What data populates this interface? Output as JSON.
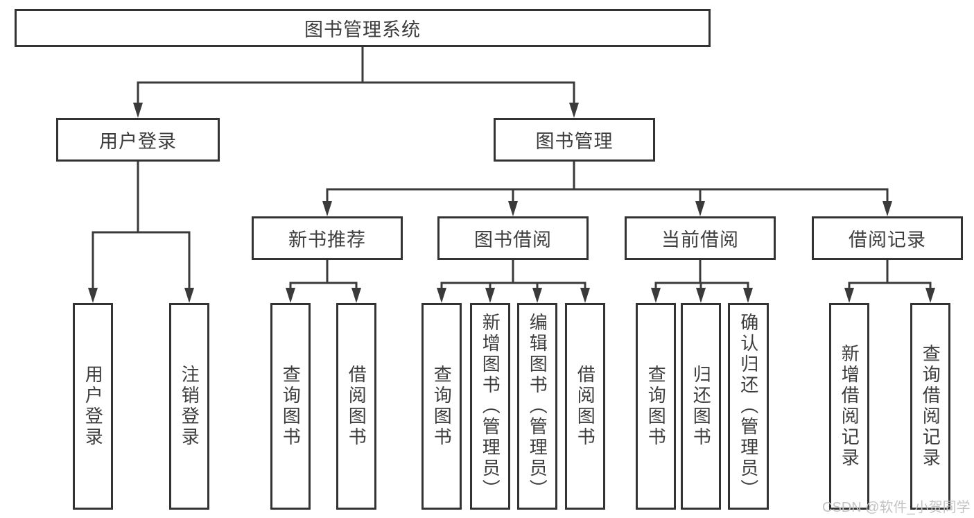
{
  "diagram": {
    "root": {
      "label": "图书管理系统"
    },
    "level2": [
      {
        "label": "用户登录"
      },
      {
        "label": "图书管理"
      }
    ],
    "level3": [
      {
        "label": "新书推荐"
      },
      {
        "label": "图书借阅"
      },
      {
        "label": "当前借阅"
      },
      {
        "label": "借阅记录"
      }
    ],
    "leaves": {
      "user_login": [
        {
          "label": "用户登录"
        },
        {
          "label": "注销登录"
        }
      ],
      "new_book_recommendation": [
        {
          "label": "查询图书"
        },
        {
          "label": "借阅图书"
        }
      ],
      "book_borrowing": [
        {
          "label": "查询图书"
        },
        {
          "label": "新增图书（管理员）"
        },
        {
          "label": "编辑图书（管理员）"
        },
        {
          "label": "借阅图书"
        }
      ],
      "current_borrowing": [
        {
          "label": "查询图书"
        },
        {
          "label": "归还图书"
        },
        {
          "label": "确认归还（管理员）"
        }
      ],
      "borrowing_records": [
        {
          "label": "新增借阅记录"
        },
        {
          "label": "查询借阅记录"
        }
      ]
    },
    "watermark": {
      "text": "CSDN @软件_小贺同学"
    },
    "colors": {
      "line": "#3a3a3a",
      "border": "#333333",
      "text": "#3d3d3d",
      "background": "#ffffff",
      "watermark": "#c3c3c3"
    }
  }
}
